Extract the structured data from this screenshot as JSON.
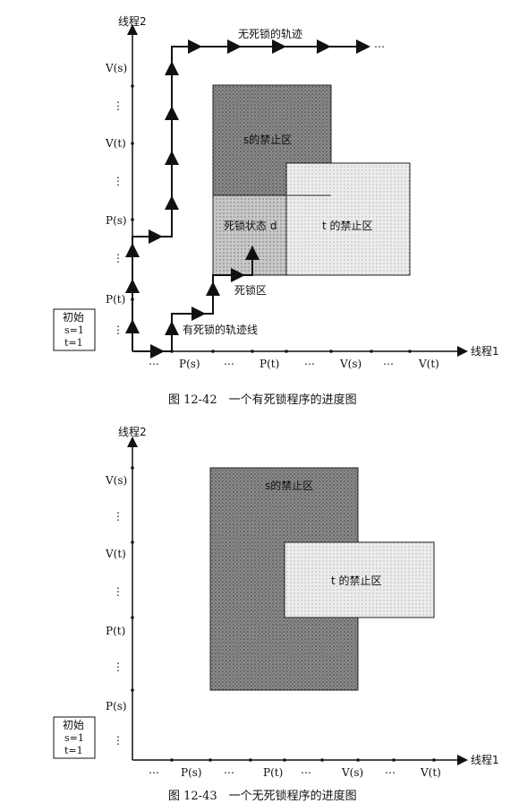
{
  "figure1": {
    "y_axis_title": "线程2",
    "x_axis_title": "线程1",
    "y_ticks": [
      "V(s)",
      "⋮",
      "V(t)",
      "⋮",
      "P(s)",
      "⋮",
      "P(t)",
      "⋮"
    ],
    "x_ticks": [
      "⋯",
      "P(s)",
      "⋯",
      "P(t)",
      "⋯",
      "V(s)",
      "⋯",
      "V(t)"
    ],
    "init_box": [
      "初始",
      "s=1",
      "t=1"
    ],
    "s_region_label": "s的禁止区",
    "t_region_label": "t 的禁止区",
    "deadlock_state_label": "死锁状态 d",
    "deadlock_region_label": "死锁区",
    "no_deadlock_path_label": "无死锁的轨迹",
    "deadlock_path_label": "有死锁的轨迹线",
    "ellipsis": "⋯",
    "caption": "图 12-42　一个有死锁程序的进度图"
  },
  "figure2": {
    "y_axis_title": "线程2",
    "x_axis_title": "线程1",
    "y_ticks": [
      "V(s)",
      "⋮",
      "V(t)",
      "⋮",
      "P(t)",
      "⋮",
      "P(s)",
      "⋮"
    ],
    "x_ticks": [
      "⋯",
      "P(s)",
      "⋯",
      "P(t)",
      "⋯",
      "V(s)",
      "⋯",
      "V(t)"
    ],
    "init_box": [
      "初始",
      "s=1",
      "t=1"
    ],
    "s_region_label": "s的禁止区",
    "t_region_label": "t 的禁止区",
    "caption": "图 12-43　一个无死锁程序的进度图"
  }
}
